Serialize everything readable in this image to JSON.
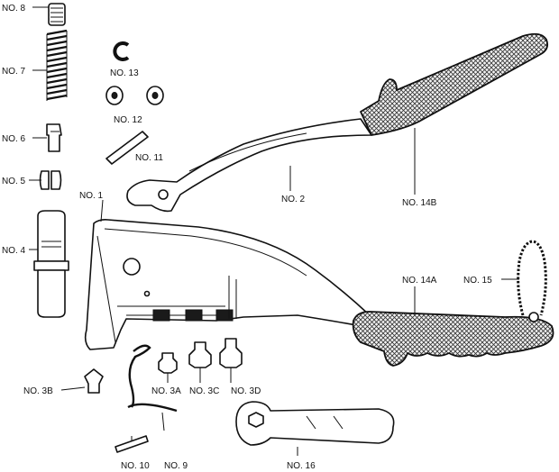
{
  "labels": {
    "no8": "NO. 8",
    "no7": "NO. 7",
    "no13": "NO. 13",
    "no12": "NO. 12",
    "no6": "NO. 6",
    "no11": "NO. 11",
    "no5": "NO. 5",
    "no1": "NO. 1",
    "no2": "NO. 2",
    "no14b": "NO. 14B",
    "no4": "NO. 4",
    "no14a": "NO. 14A",
    "no15": "NO. 15",
    "no3b": "NO. 3B",
    "no3a": "NO. 3A",
    "no3c": "NO. 3C",
    "no3d": "NO. 3D",
    "no10": "NO. 10",
    "no9": "NO. 9",
    "no16": "NO. 16"
  }
}
